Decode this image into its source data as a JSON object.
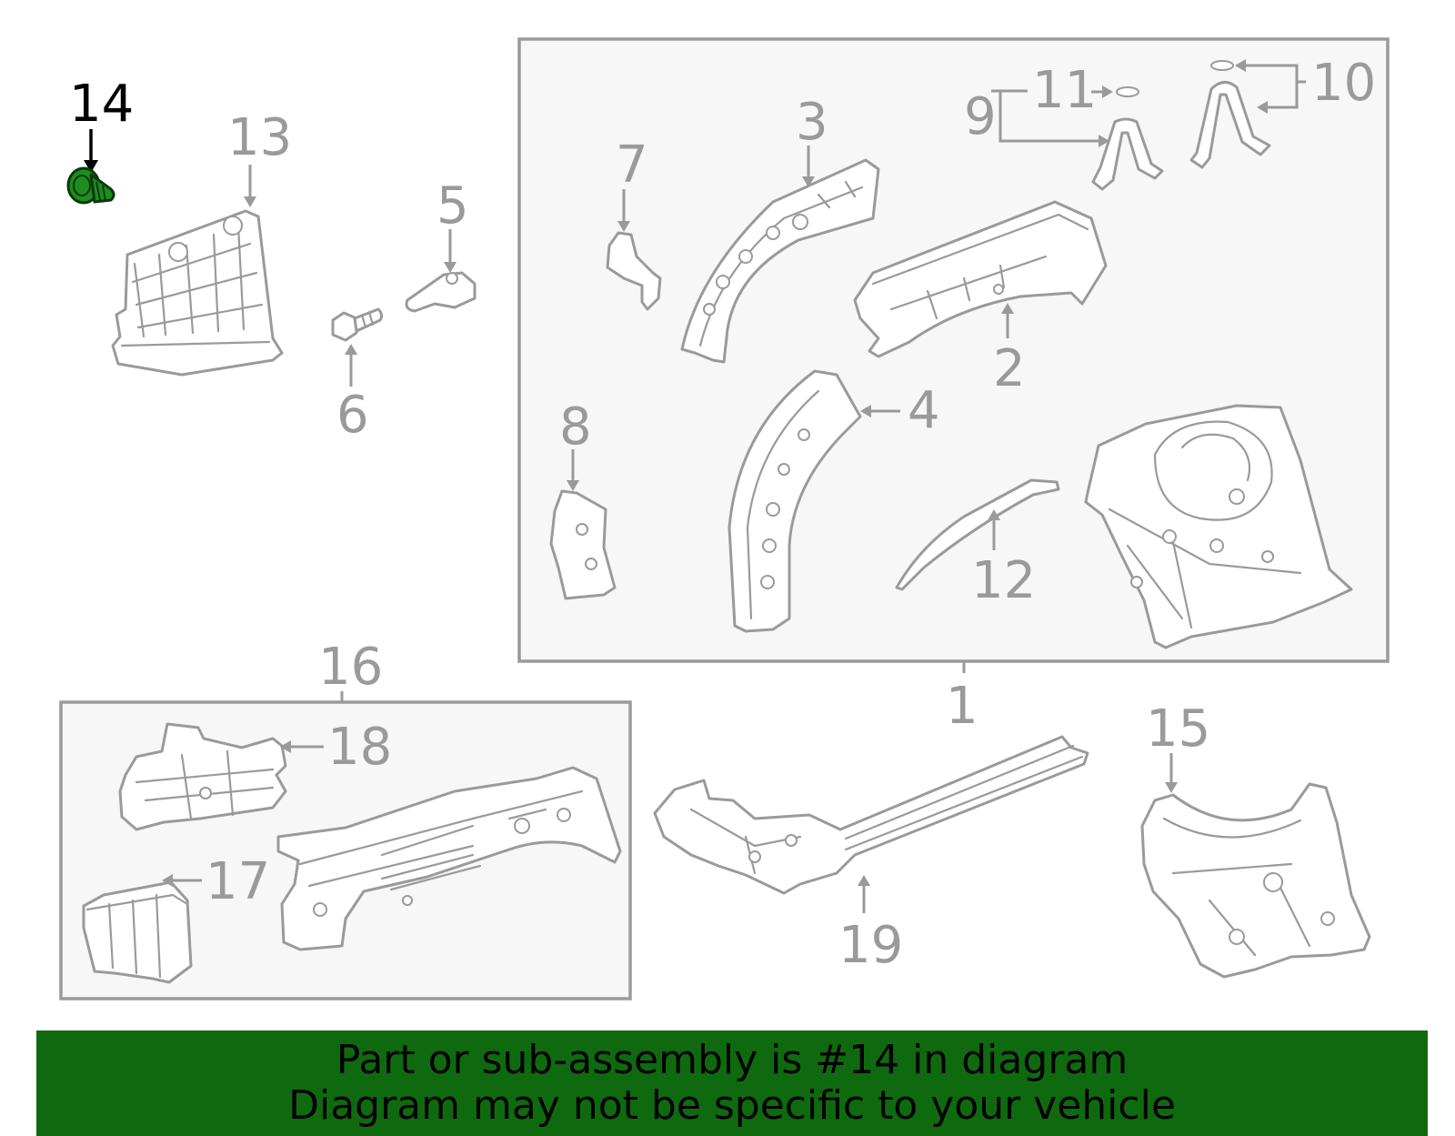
{
  "diagram": {
    "highlight_color": "#1e8c1e",
    "callouts": [
      "14",
      "13",
      "5",
      "6",
      "7",
      "3",
      "9",
      "11",
      "10",
      "2",
      "4",
      "8",
      "12",
      "1",
      "16",
      "18",
      "17",
      "19",
      "15"
    ],
    "highlighted_part": "14"
  },
  "banner": {
    "line1": "Part or sub-assembly is #14 in diagram",
    "line2": "Diagram may not be specific to your vehicle",
    "background": "#0f6a0f"
  }
}
